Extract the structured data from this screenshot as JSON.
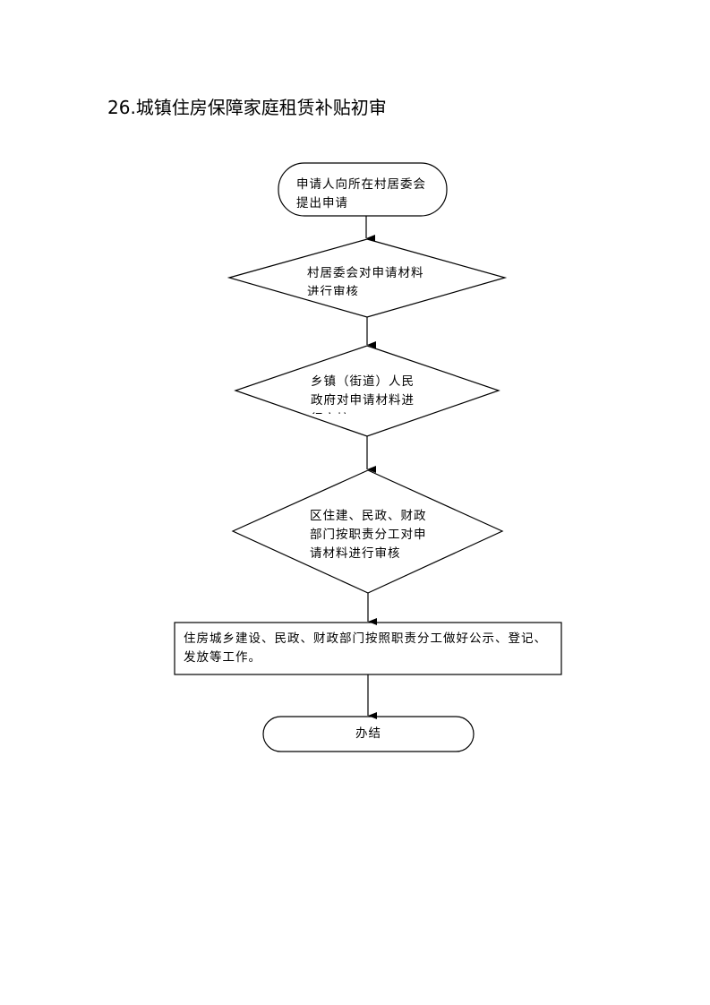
{
  "title": "26.城镇住房保障家庭租赁补贴初审",
  "steps": [
    {
      "type": "terminal",
      "text": "申请人向所在村居委会提出申请"
    },
    {
      "type": "decision",
      "text": "村居委会对申请材料进行审核"
    },
    {
      "type": "decision",
      "text": "乡镇（街道）人民政府对申请材料进行审核"
    },
    {
      "type": "decision",
      "text": "区住建、民政、财政部门按职责分工对申请材料进行审核"
    },
    {
      "type": "process",
      "text": "住房城乡建设、民政、财政部门按照职责分工做好公示、登记、发放等工作。"
    },
    {
      "type": "terminal",
      "text": "办结"
    }
  ]
}
